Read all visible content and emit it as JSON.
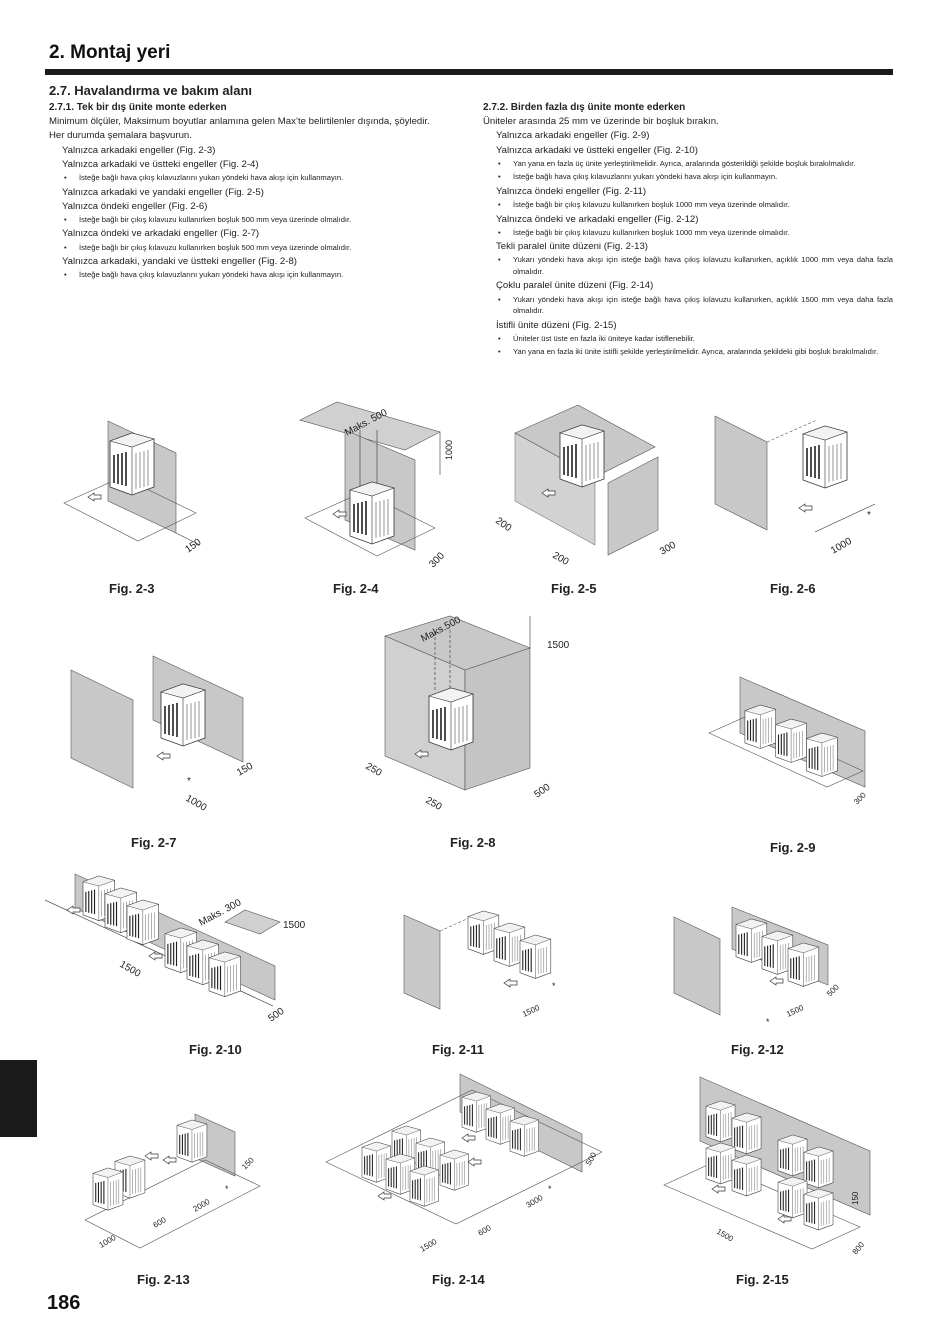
{
  "header": {
    "title": "2.  Montaj yeri"
  },
  "section": {
    "heading": "2.7.  Havalandırma ve bakım alanı"
  },
  "left": {
    "heading": "2.7.1.  Tek bir dış ünite monte ederken",
    "intro1": "Minimum ölçüler, Maksimum boyutlar anlamına gelen Max’te belirtilenler dışında, şöyledir.",
    "intro2": "Her durumda şemalara başvurun.",
    "i1": "Yalnızca arkadaki engeller (Fig. 2-3)",
    "i2": "Yalnızca arkadaki ve üstteki engeller (Fig. 2-4)",
    "i2b": "İsteğe bağlı hava çıkış kılavuzlarını yukarı yöndeki hava akışı için kullanmayın.",
    "i3": "Yalnızca arkadaki ve yandaki engeller (Fig. 2-5)",
    "i4": "Yalnızca öndeki engeller (Fig. 2-6)",
    "i4b": "İsteğe bağlı bir çıkış kılavuzu kullanırken boşluk 500 mm veya üzerinde olmalıdır.",
    "i5": "Yalnızca öndeki ve arkadaki engeller (Fig. 2-7)",
    "i5b": "İsteğe bağlı bir çıkış kılavuzu kullanırken boşluk 500 mm veya üzerinde olmalıdır.",
    "i6": "Yalnızca arkadaki, yandaki ve üstteki engeller (Fig. 2-8)",
    "i6b": "İsteğe bağlı hava çıkış kılavuzlarını yukarı yöndeki hava akışı için kullanmayın."
  },
  "right": {
    "heading": "2.7.2.  Birden fazla dış ünite monte ederken",
    "intro": "Üniteler arasında 25 mm ve üzerinde bir boşluk bırakın.",
    "i1": "Yalnızca arkadaki engeller (Fig. 2-9)",
    "i2": "Yalnızca arkadaki ve üstteki engeller (Fig. 2-10)",
    "i2b": "Yan yana en fazla üç ünite yerleştirilmelidir. Ayrıca, aralarında gösterildiği şekilde boşluk bırakılmalıdır.",
    "i2c": "İsteğe bağlı hava çıkış kılavuzlarını yukarı yöndeki hava akışı için kullanmayın.",
    "i3": "Yalnızca öndeki engeller (Fig. 2-11)",
    "i3b": "İsteğe bağlı bir çıkış kılavuzu kullanırken boşluk 1000 mm veya üzerinde olmalıdır.",
    "i4": "Yalnızca öndeki ve arkadaki engeller (Fig. 2-12)",
    "i4b": "İsteğe bağlı bir çıkış kılavuzu kullanırken boşluk 1000 mm veya üzerinde olmalıdır.",
    "i5": "Tekli paralel ünite düzeni (Fig. 2-13)",
    "i5b": "Yukarı yöndeki hava akışı için isteğe bağlı hava çıkış kılavuzu kullanırken, açıklık 1000 mm veya daha fazla olmalıdır.",
    "i6": "Çoklu paralel ünite düzeni (Fig. 2-14)",
    "i6b": "Yukarı yöndeki hava akışı için isteğe bağlı hava çıkış kılavuzu kullanırken, açıklık 1500 mm veya daha fazla olmalıdır.",
    "i7": "İstifli ünite düzeni (Fig. 2-15)",
    "i7b": "Üniteler üst üste en fazla iki üniteye kadar istiflenebilir.",
    "i7c": "Yan yana en fazla iki ünite istifli şekilde yerleştirilmelidir. Ayrıca, aralarında şekildeki gibi boşluk bırakılmalıdır."
  },
  "bullet_mark": "•",
  "figures": {
    "f23": {
      "caption": "Fig. 2-3",
      "d1": "150"
    },
    "f24": {
      "caption": "Fig. 2-4",
      "maks": "Maks. 500",
      "h": "1000",
      "d1": "300"
    },
    "f25": {
      "caption": "Fig. 2-5",
      "d1": "200",
      "d2": "200",
      "d3": "300"
    },
    "f26": {
      "caption": "Fig. 2-6",
      "d1": "1000",
      "star": "*"
    },
    "f27": {
      "caption": "Fig. 2-7",
      "d1": "150",
      "d2": "1000",
      "star": "*"
    },
    "f28": {
      "caption": "Fig. 2-8",
      "maks": "Maks.500",
      "h": "1500",
      "d1": "250",
      "d2": "250",
      "d3": "500"
    },
    "f29": {
      "caption": "Fig. 2-9",
      "d1": "300"
    },
    "f210": {
      "caption": "Fig. 2-10",
      "maks": "Maks. 300",
      "h": "1500",
      "d1": "1500",
      "d2": "500"
    },
    "f211": {
      "caption": "Fig. 2-11",
      "d1": "1500",
      "star": "*"
    },
    "f212": {
      "caption": "Fig. 2-12",
      "d1": "1500",
      "d2": "500",
      "star": "*"
    },
    "f213": {
      "caption": "Fig. 2-13",
      "d1": "150",
      "d2": "2000",
      "d3": "600",
      "d4": "1000",
      "star": "*"
    },
    "f214": {
      "caption": "Fig. 2-14",
      "d1": "500",
      "d2": "3000",
      "d3": "600",
      "d4": "1500",
      "star": "*"
    },
    "f215": {
      "caption": "Fig. 2-15",
      "d1": "150",
      "d2": "1500",
      "d3": "800"
    }
  },
  "page_number": "186"
}
